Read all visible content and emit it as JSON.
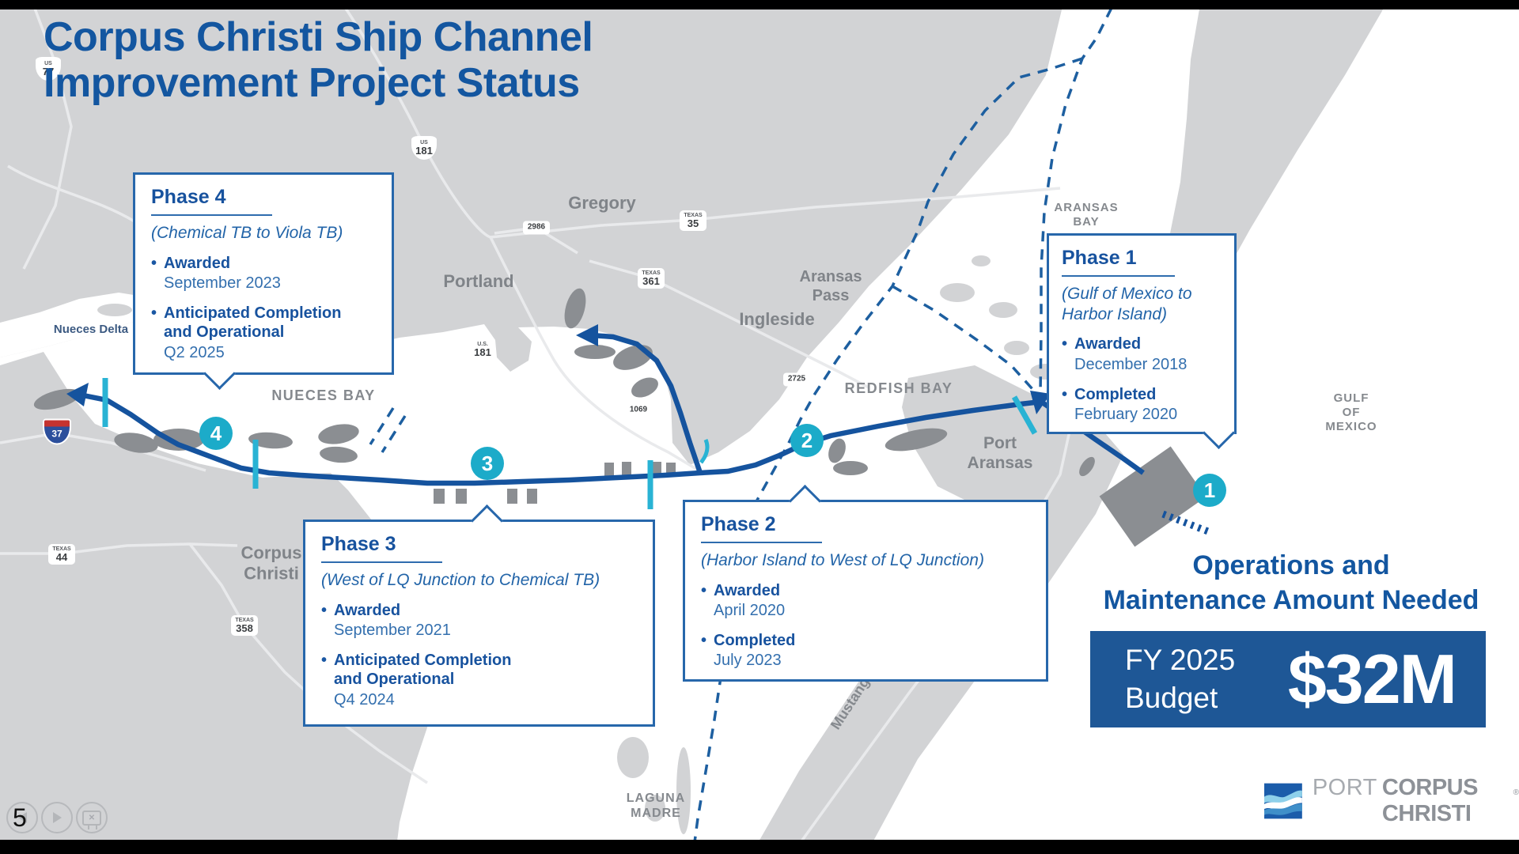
{
  "slide": {
    "title": "Corpus Christi Ship Channel\nImprovement Project Status",
    "page_number": "5"
  },
  "phases": [
    {
      "title": "Phase 1",
      "subtitle": "(Gulf of Mexico to\nHarbor Island)",
      "bullets": [
        {
          "label": "Awarded",
          "value": "December 2018"
        },
        {
          "label": "Completed",
          "value": "February 2020"
        }
      ],
      "marker": "1"
    },
    {
      "title": "Phase 2",
      "subtitle": "(Harbor Island to West of LQ Junction)",
      "bullets": [
        {
          "label": "Awarded",
          "value": "April 2020"
        },
        {
          "label": "Completed",
          "value": "July 2023"
        }
      ],
      "marker": "2"
    },
    {
      "title": "Phase 3",
      "subtitle": "(West of LQ Junction to Chemical TB)",
      "bullets": [
        {
          "label": "Awarded",
          "value": "September 2021"
        },
        {
          "label": "Anticipated Completion\nand Operational",
          "value": "Q4 2024"
        }
      ],
      "marker": "3"
    },
    {
      "title": "Phase 4",
      "subtitle": "(Chemical TB to Viola TB)",
      "bullets": [
        {
          "label": "Awarded",
          "value": "September 2023"
        },
        {
          "label": "Anticipated Completion\nand Operational",
          "value": "Q2 2025"
        }
      ],
      "marker": "4"
    }
  ],
  "operations": {
    "heading": "Operations and\nMaintenance Amount Needed",
    "budget_label": "FY 2025\nBudget",
    "budget_value": "$32M"
  },
  "logo": {
    "word1": "PORT",
    "word2": "CORPUS CHRISTI",
    "reg": "®"
  },
  "map": {
    "labels": [
      {
        "text": "Nueces Delta"
      },
      {
        "text": "Gregory"
      },
      {
        "text": "Portland"
      },
      {
        "text": "Aransas\nPass"
      },
      {
        "text": "Ingleside"
      },
      {
        "text": "NUECES BAY"
      },
      {
        "text": "REDFISH BAY"
      },
      {
        "text": "Corpus\nChristi"
      },
      {
        "text": "Port\nAransas"
      },
      {
        "text": "ARANSAS\nBAY"
      },
      {
        "text": "GULF\nOF\nMEXICO"
      },
      {
        "text": "LAGUNA\nMADRE"
      },
      {
        "text": "Mustang"
      }
    ],
    "shields": [
      {
        "top": "US",
        "num": "77"
      },
      {
        "top": "US",
        "num": "181"
      },
      {
        "num": "2986"
      },
      {
        "top": "TEXAS",
        "num": "35"
      },
      {
        "top": "TEXAS",
        "num": "361"
      },
      {
        "top": "U.S.",
        "num": "181"
      },
      {
        "num": "1069"
      },
      {
        "num": "2725"
      },
      {
        "num": "37"
      },
      {
        "top": "TEXAS",
        "num": "44"
      },
      {
        "top": "TEXAS",
        "num": "358"
      }
    ],
    "markers": [
      {
        "n": "1"
      },
      {
        "n": "2"
      },
      {
        "n": "3"
      },
      {
        "n": "4"
      }
    ]
  },
  "colors": {
    "title_blue": "#1356a0",
    "box_border": "#2767ab",
    "channel_blue": "#15539e",
    "tick_cyan": "#29b3d4",
    "marker_teal": "#1cabc9",
    "budget_bg": "#1e5796",
    "land_gray": "#d2d3d5",
    "dredge_gray": "#8b8e92"
  }
}
